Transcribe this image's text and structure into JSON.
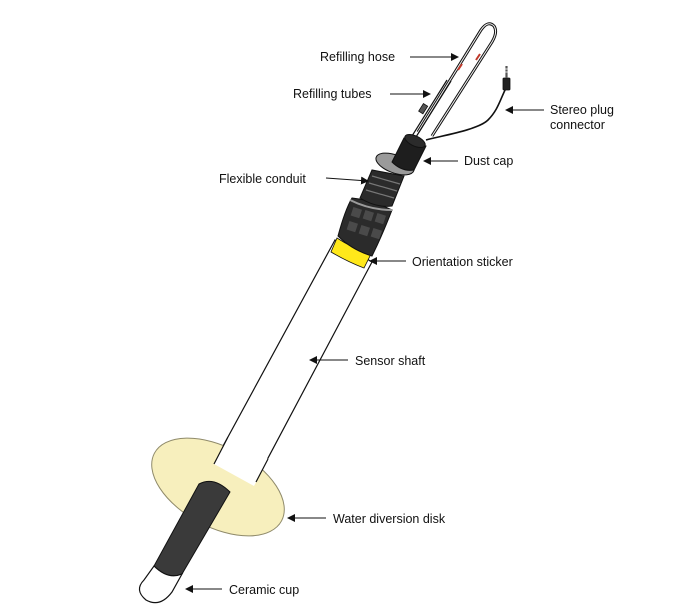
{
  "colors": {
    "outline": "#111111",
    "shaft": "#ffffff",
    "sticker": "#ffe81a",
    "disk": "#f7efbd",
    "disk_outline": "#8f8a6a",
    "grip": "#2b2b2b",
    "ring": "#9a9a9a",
    "dark_tip": "#3a3a3a",
    "hose_red": "#c0392b"
  },
  "labels": {
    "refilling_hose": "Refilling hose",
    "refilling_tubes": "Refilling tubes",
    "stereo_plug_line1": "Stereo plug",
    "stereo_plug_line2": "connector",
    "dust_cap": "Dust cap",
    "flexible_conduit": "Flexible conduit",
    "orientation_sticker": "Orientation sticker",
    "sensor_shaft": "Sensor shaft",
    "water_diversion_disk": "Water diversion disk",
    "ceramic_cup": "Ceramic cup"
  }
}
